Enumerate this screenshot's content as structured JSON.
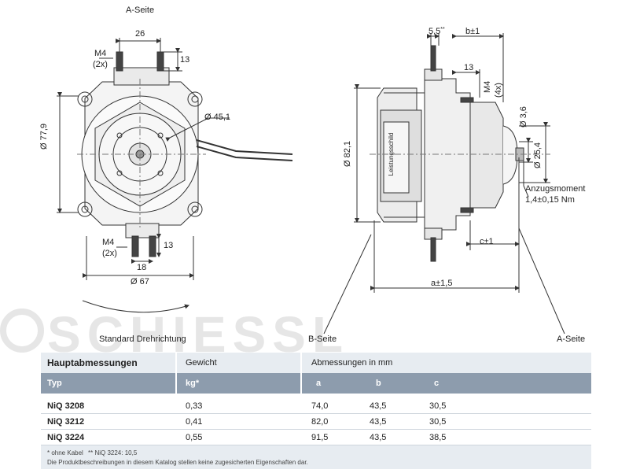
{
  "front_view": {
    "top_title": "A-Seite",
    "dim_26": "26",
    "dim_13_top": "13",
    "thread_top": "M4",
    "thread_top_count": "(2x)",
    "dia_45": "Ø 45,1",
    "dia_77": "Ø 77,9",
    "thread_bottom": "M4",
    "thread_bottom_count": "(2x)",
    "dim_13_bottom": "13",
    "dim_18": "18",
    "dia_67": "Ø 67",
    "rotation_label": "Standard Drehrichtung"
  },
  "side_view": {
    "dim_55": "5,5",
    "dim_55_note": "**",
    "dim_b": "b±1",
    "dim_13": "13",
    "thread": "M4",
    "thread_count": "(4x)",
    "dia_36": "Ø 3,6",
    "dia_254": "Ø 25,4",
    "dia_821": "Ø 82,1",
    "torque_label": "Anzugsmoment",
    "torque_value": "1,4±0,15 Nm",
    "dim_c": "c±1",
    "dim_a": "a±1,5",
    "label_b_side": "B-Seite",
    "label_a_side": "A-Seite",
    "rating_plate": "Leistungsschild"
  },
  "watermark": "SCHIESSL",
  "table": {
    "title": "Hauptabmessungen",
    "weight_header": "Gewicht",
    "dims_header": "Abmessungen in mm",
    "col_typ": "Typ",
    "col_kg": "kg*",
    "col_a": "a",
    "col_b": "b",
    "col_c": "c",
    "rows": [
      {
        "typ": "NiQ 3208",
        "kg": "0,33",
        "a": "74,0",
        "b": "43,5",
        "c": "30,5"
      },
      {
        "typ": "NiQ 3212",
        "kg": "0,41",
        "a": "82,0",
        "b": "43,5",
        "c": "30,5"
      },
      {
        "typ": "NiQ 3224",
        "kg": "0,55",
        "a": "91,5",
        "b": "43,5",
        "c": "38,5"
      }
    ],
    "footnote_1": "* ohne Kabel",
    "footnote_2": "** NiQ 3224: 10,5",
    "disclaimer": "Die Produktbeschreibungen in diesem Katalog stellen keine zugesicherten Eigenschaften dar."
  }
}
